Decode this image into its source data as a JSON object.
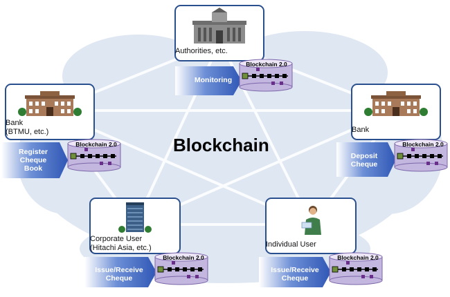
{
  "title": "Blockchain",
  "nodes": {
    "authorities": {
      "label": "Authorities, etc.",
      "action": "Monitoring"
    },
    "bank_left": {
      "label": "Bank\n(BTMU, etc.)",
      "action": "Register\nCheque\nBook"
    },
    "bank_right": {
      "label": "Bank",
      "action": "Deposit\nCheque"
    },
    "corporate": {
      "label": "Corporate User\n(Hitachi Asia, etc.)",
      "action": "Issue/Receive\nCheque"
    },
    "individual": {
      "label": "Individual User",
      "action": "Issue/Receive\nCheque"
    }
  },
  "ledger_label": "Blockchain 2.0",
  "colors": {
    "node_border": "#2a4f8f",
    "arrow": "#2f57b5",
    "ledger": "#c3b6df",
    "chain": "#6a2f8a",
    "cloud": "#dfe7f3"
  }
}
